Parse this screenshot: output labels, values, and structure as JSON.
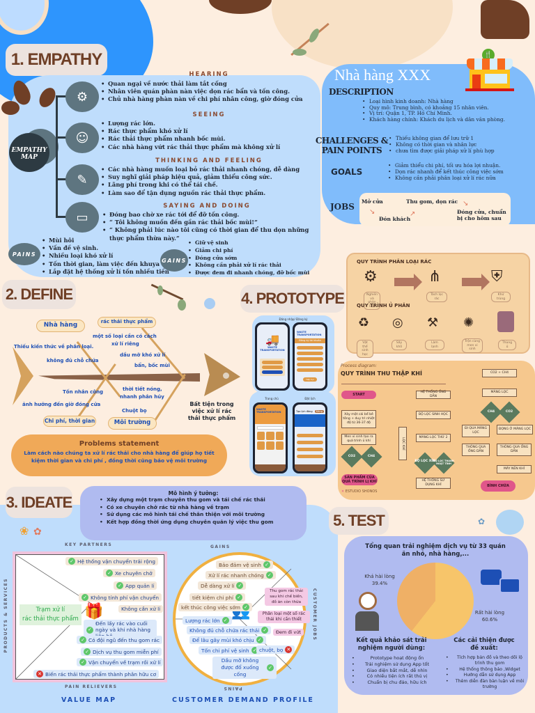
{
  "empathy": {
    "title": "1. EMPATHY",
    "map_label_1": "EMPATHY",
    "map_label_2": "MAP",
    "sections": [
      {
        "heading": "HEARING",
        "icon": "camera-icon",
        "items": [
          "Quan ngại về nước thải làm tắt cống",
          "Nhân viên quán phàn nàn việc dọn rác bẩn và tốn công.",
          "Chủ nhà hàng phàn nàn về chi phí nhân công, giờ đóng cửa"
        ]
      },
      {
        "heading": "SEEING",
        "icon": "people-meeting-icon",
        "items": [
          "Lượng rác lớn.",
          "Rác thực phẩm khó xử lí",
          "Rác thải thực phẩm nhanh bốc mùi.",
          "Các nhà hàng vứt rác thải thực phẩm mà không xử lí"
        ]
      },
      {
        "heading": "THINKING AND FEELING",
        "icon": "thinking-person-icon",
        "items": [
          "Các nhà hàng muốn loại bỏ rác thải nhanh chóng, dễ dàng",
          "Suy nghĩ giải pháp hiệu quả, giảm thiểu công sức.",
          "Lãng phí trong khi có thể tái chế.",
          "Làm sao để tận dụng nguồn rác thải thực phẩm."
        ]
      },
      {
        "heading": "SAYING AND DOING",
        "icon": "computer-icon",
        "items": [
          "Đóng bao chờ xe rác tới để đỡ tốn công.",
          "“ Tôi không muốn đến gần rác thải bốc mùi!”",
          "“ Không phải lúc nào tôi cũng có thời gian để thu dọn những thực phẩm thừa này.”"
        ]
      }
    ],
    "pains": {
      "label": "PAINS",
      "items": [
        "Mùi hôi",
        "Vấn đề vệ sinh.",
        "Nhiều loại khó xử lí",
        "Tốn thời gian, làm việc đến khuya",
        "Lắp đặt hệ thống xử lí tốn nhiều tiền"
      ]
    },
    "gains": {
      "label": "GAINS",
      "items": [
        "Giữ vệ sinh",
        "Giảm chi phí",
        "Đóng cửa sớm",
        "Không cần phải xử lí rác thải",
        "Được đem đi nhanh chóng, đỡ bốc mùi"
      ]
    }
  },
  "persona": {
    "title": "Nhà hàng XXX",
    "description_label": "DESCRIPTION",
    "description": [
      "Loại hình kinh doanh: Nhà hàng",
      "Quy mô: Trung bình, có khoảng 15 nhân viên.",
      "Vị trí: Quận 1, TP. Hồ Chí Minh.",
      "Khách hàng chính: Khách du lịch và dân văn phòng."
    ],
    "challenges_label_1": "CHALLENGES &",
    "challenges_label_2": "PAIN POINTS",
    "challenges": [
      "Thiếu không gian để lưu trữ 1",
      "Không có thời gian và nhân lực",
      "chưa tìm được giải pháp xử lí phù hợp"
    ],
    "goals_label": "GOALS",
    "goals": [
      "Giảm thiểu chi phí, tối ưu hóa lợi nhuận.",
      "Dọn rác nhanh để kết thúc công việc sớm",
      "Không cần phải phân loại xử lí rác nữa"
    ],
    "jobs_label": "JOBS",
    "jobs": [
      "Mở cửa",
      "Đón khách",
      "Thu gom, dọn rác",
      "Đóng cửa, chuẩn bị cho hôm sau"
    ]
  },
  "define": {
    "title": "2. DEFINE",
    "categories": [
      "Nhà hàng",
      "rác thải thực phẩm",
      "Chi phí, thời gian",
      "Môi trường"
    ],
    "causes": [
      "Thiếu kiến thức về phân loại.",
      "không đủ chỗ chứa",
      "một số loại cần có cách",
      "xử lí riêng",
      "dầu mỡ khó xử lí",
      "bẩn, bốc mùi",
      "Tốn nhân công",
      "ảnh hưởng đến giờ đóng cửa",
      "thời tiết nóng,",
      "nhanh phân hủy",
      "Chuột bọ"
    ],
    "effect_1": "Bất tiện trong",
    "effect_2": "việc xử lí rác",
    "effect_3": "thải thực phẩm",
    "problem_title": "Problems statement",
    "problem_text_1": "Làm cách nào chúng ta xử lí rác thải cho nhà hàng để giúp họ tiết",
    "problem_text_2": "kiệm thời gian và chi phí , đồng thời cũng bảo vệ môi trường"
  },
  "prototype": {
    "title": "4. PROTOTYPE",
    "screens": [
      {
        "label": "Đăng nhập/ Đăng ký",
        "app": "WASTE TRANSPORTATION"
      },
      {
        "label": "",
        "app": "WASTE TRANSPORTATION",
        "header": "Đăng ký tài khoản",
        "button": "Tiếp tục"
      },
      {
        "label": "Trang chủ",
        "app": "WASTE TRANSPORTATION"
      },
      {
        "label": "Đặt lịch",
        "header": "Tạo lịch đăng",
        "button": "Đăng"
      }
    ]
  },
  "process": {
    "sort_title": "QUY TRÌNH PHÂN LOẠI RÁC",
    "sort_steps": [
      "Nghiền và phân loại",
      "Tách lọc rác",
      "Khử trùng"
    ],
    "compost_title": "QUY TRÌNH Ủ PHÂN",
    "compost_steps": [
      "Vật thể sinh học",
      "Sấy khô",
      "Làm lạnh",
      "Trộn cùng men vi sinh",
      "Thùng ủ"
    ]
  },
  "flow": {
    "subtitle": "Process diagram:",
    "title": "QUY TRÌNH THU THẬP KHÍ",
    "start": "START",
    "build": "Xây một cái bể bê tông + duy trì nhiệt độ từ 36-37 độ",
    "bacteria": "Men vi sinh tạo ra quá trình ủ khí",
    "co2": "CO2",
    "ch4": "CH4",
    "product": "SẢN PHẨM CỦA QUÁ TRÌNH LỊ KHÍ",
    "pipe": "HỆ THỐNG ỐNG DẪN",
    "bio_filter": "BỘ LỌC SINH HỌC",
    "membrane2": "MÀNG LỌC THỨ 2",
    "filter1": "LỌC KHÍ",
    "filter_out": "BỘ LỌC XÍN",
    "filter_fail": "BỘ LỌC THANH HOẠT TÍNH",
    "use_system": "HỆ THỐNG SỬ DỤNG KHÍ",
    "co2ch4": "CO2 + CH4",
    "membrane": "MÀNG LỌC",
    "pass": "ĐI QUA MÀNG LỌC",
    "stay": "ĐỌNG Ở MÀNG LỌC",
    "pipe_a": "THÔNG QUA ỐNG DẪN",
    "pipe_b": "THÔNG QUA ỐNG DẪN",
    "compressor": "MÁY NÉN KHÍ",
    "storage": "BÌNH CHỨA",
    "brand": "ESTUDIO SHONOS"
  },
  "ideate": {
    "title": "3. IDEATE",
    "model_title": "Mô hình ý tưởng:",
    "model_items": [
      "Xây dựng một trạm chuyên thu gom và tái chế rác thải",
      "Có xe chuyên chở rác từ nhà hàng về trạm",
      "Sử dụng các mô hình tái chế thân thiện với môi trường",
      "Kết hợp đồng thời ứng dụng chuyên quản lý việc thu gom"
    ],
    "key_partners": "KEY PARTNERS",
    "products_services": "PRODUCTS & SERVICES",
    "pain_relievers": "PAIN RELIEVERS",
    "product_name_1": "Trạm xử lí",
    "product_name_2": "rác thải thực phẩm",
    "value_items": [
      {
        "text": "Hệ thống vận chuyển trải rộng",
        "mark": "check"
      },
      {
        "text": "Xe chuyên chở",
        "mark": "check"
      },
      {
        "text": "App quản lí",
        "mark": "check"
      },
      {
        "text": "Không tính phí vận chuyển",
        "mark": "check"
      },
      {
        "text": "Không cần xử lí",
        "mark": "none"
      },
      {
        "text": "Đến lấy rác vào cuối ngày và khi nhà hàng liên hệ",
        "mark": "check"
      },
      {
        "text": "Có đội ngũ đến thu gom rác",
        "mark": "check"
      },
      {
        "text": "Dịch vụ thu gom miễn phí",
        "mark": "check"
      },
      {
        "text": "Vận chuyển về trạm rồi xử lí",
        "mark": "check"
      },
      {
        "text": "Biến rác thải thực phẩm thành phân hữu cơ",
        "mark": "cross"
      }
    ],
    "gains_label": "GAINS",
    "pains_label": "PAINS",
    "jobs_label": "CUSTOMER JOBS",
    "gain_items": [
      "Bảo đảm vệ sinh",
      "Xử lí rác nhanh chóng",
      "Dễ dàng xử lí",
      "tiết kiệm chi phí",
      "kết thúc công việc sớm"
    ],
    "pain_items": [
      "Lượng rác lớn",
      "Không đủ chỗ chứa rác thải",
      "Để lâu gây mùi khó chịu",
      "Tốn chi phí vệ sinh",
      "Dầu mỡ không được đổ xuống cống"
    ],
    "pain_cross": "chuột, bọ",
    "job_items": [
      "Thu gom rác thải sau khi chế biến, đồ ăn còn thừa",
      "Phân loại một số rác thải khi cần thiết",
      "Đem đi vứt"
    ],
    "value_map": "VALUE MAP",
    "customer_profile": "CUSTOMER DEMAND PROFILE"
  },
  "test": {
    "title": "5. TEST",
    "survey_results_label_1": "Kết quả khảo sát trải",
    "survey_results_label_2": "nghiệm người dùng:",
    "survey_results": [
      "Prototype hoạt động ổn",
      "Trải nghiệm sử dụng App tốt",
      "Giao diện bắt mắt, dễ nhìn",
      "Có nhiều tiện ích rất thú vị",
      "Chuẩn bị chu đáo, hữu ích"
    ],
    "improvements_label_1": "Các cải thiện được",
    "improvements_label_2": "đề xuất:",
    "improvements": [
      "Tích hợp bản đồ và theo dõi lộ trình thu gom",
      "Hệ thống thông báo ,Widget",
      "Hướng dẫn sử dụng App",
      "Thêm diễn đàn bàn luận về môi trường"
    ]
  },
  "chart_data": {
    "type": "pie",
    "title": "Tổng quan trải nghiệm dịch vụ từ 33 quán ăn nhỏ, nhà hàng,...",
    "categories": [
      "Khá hài lòng",
      "Rất hài lòng"
    ],
    "values": [
      39.4,
      60.6
    ],
    "labels": [
      "Khá hài lòng 39.4%",
      "Rất hài lòng 60.6%"
    ],
    "colors": [
      "#efb066",
      "#f7c56a"
    ]
  }
}
